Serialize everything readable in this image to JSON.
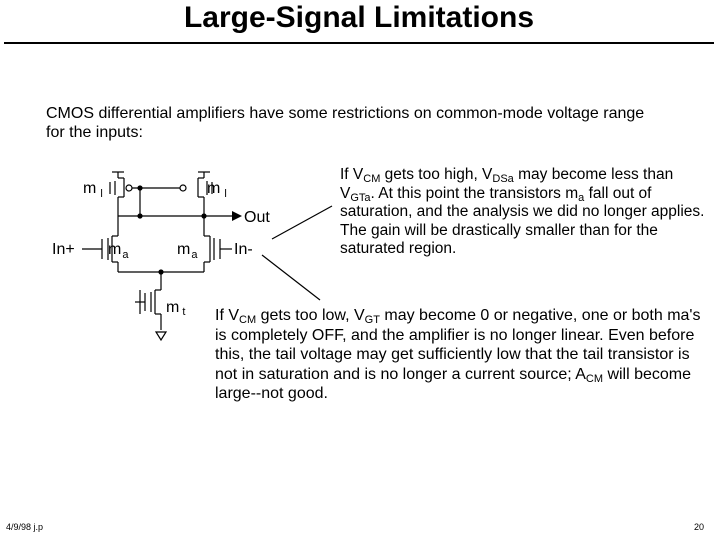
{
  "title": "Large-Signal Limitations",
  "intro": "CMOS differential amplifiers have some restrictions on common-mode voltage range for the inputs:",
  "para1": {
    "t1": "If V",
    "s1": "CM",
    "t2": " gets too high, V",
    "s2": "DSa",
    "t3": " may become less than V",
    "s3": "GTa",
    "t4": ".  At this point the transistors m",
    "s4": "a",
    "t5": " fall out of saturation, and the analysis we did no longer applies.  The gain will be drastically smaller than for the saturated region."
  },
  "para2": {
    "t1": "If V",
    "s1": "CM",
    "t2": " gets too low, V",
    "s2": "GT",
    "t3": " may become 0 or negative, one or both ma's is completely OFF, and the amplifier is no longer linear.  Even before this, the tail voltage may get sufficiently low that the tail transistor is not in saturation and is no longer a current source; A",
    "s3": "CM",
    "t4": " will become large--not good."
  },
  "schematic": {
    "load_left": {
      "main": "m",
      "sub": "l"
    },
    "load_right": {
      "main": "m",
      "sub": "l"
    },
    "diff_left": {
      "main": "m",
      "sub": "a"
    },
    "diff_right": {
      "main": "m",
      "sub": "a"
    },
    "tail": {
      "main": "m",
      "sub": "t"
    },
    "in_plus": "In+",
    "in_minus": "In-",
    "out": "Out"
  },
  "footer": {
    "date": "4/9/98 j.p",
    "page": "20"
  }
}
